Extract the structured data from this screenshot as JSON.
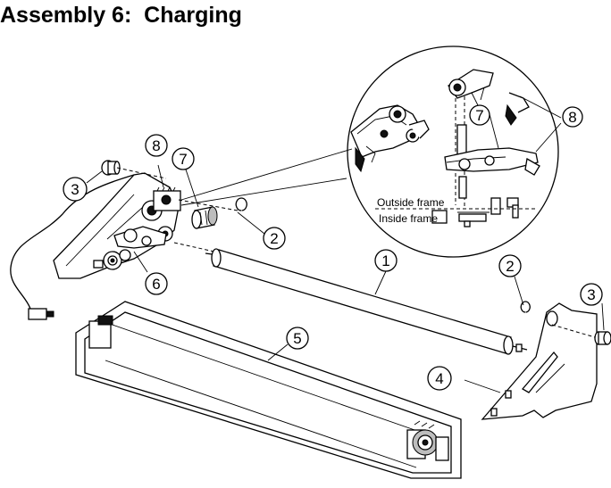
{
  "title": "Assembly 6:  Charging",
  "detail_view": {
    "outside_frame_label": "Outside frame",
    "inside_frame_label": "Inside frame"
  },
  "callouts": {
    "c1": "1",
    "c2_left": "2",
    "c2_right": "2",
    "c3_left": "3",
    "c3_right": "3",
    "c4": "4",
    "c5": "5",
    "c6": "6",
    "c7_main": "7",
    "c7_detail": "7",
    "c8_main": "8",
    "c8_detail": "8"
  }
}
